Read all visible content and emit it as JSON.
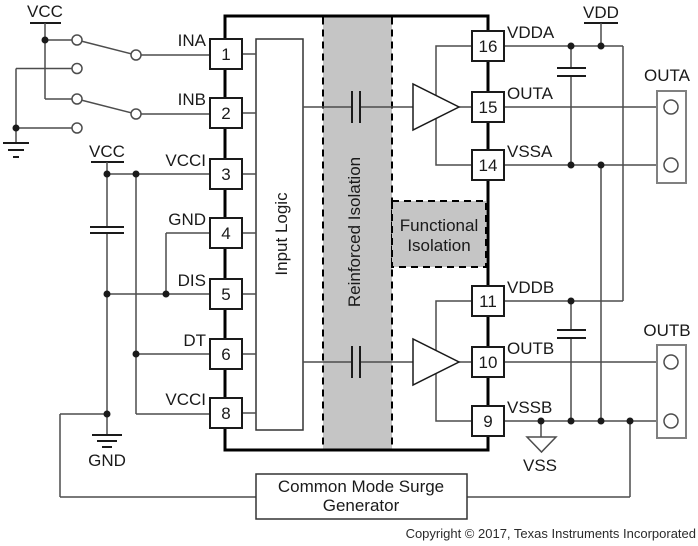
{
  "supplies": {
    "vcc_top": "VCC",
    "vcc_mid": "VCC",
    "vdd": "VDD",
    "vss": "VSS",
    "gnd_bottom": "GND"
  },
  "pins": {
    "left": [
      {
        "label": "INA",
        "number": "1"
      },
      {
        "label": "INB",
        "number": "2"
      },
      {
        "label": "VCCI",
        "number": "3"
      },
      {
        "label": "GND",
        "number": "4"
      },
      {
        "label": "DIS",
        "number": "5"
      },
      {
        "label": "DT",
        "number": "6"
      },
      {
        "label": "VCCI",
        "number": "8"
      }
    ],
    "right": [
      {
        "label": "VDDA",
        "number": "16"
      },
      {
        "label": "OUTA",
        "number": "15"
      },
      {
        "label": "VSSA",
        "number": "14"
      },
      {
        "label": "VDDB",
        "number": "11"
      },
      {
        "label": "OUTB",
        "number": "10"
      },
      {
        "label": "VSSB",
        "number": "9"
      }
    ]
  },
  "blocks": {
    "input_logic": "Input Logic",
    "reinforced_isolation": "Reinforced Isolation",
    "functional_isolation": {
      "line1": "Functional",
      "line2": "Isolation"
    },
    "surge_generator": {
      "line1": "Common Mode Surge",
      "line2": "Generator"
    }
  },
  "connectors": {
    "out_a": "OUTA",
    "out_b": "OUTB"
  },
  "footer": {
    "copyright": "Copyright © 2017, Texas Instruments Incorporated"
  },
  "colors": {
    "isolation_fill": "#c5c5c5",
    "wire": "#4d4d4d",
    "outline": "#000000",
    "connector_border": "#808080",
    "background": "#ffffff"
  }
}
